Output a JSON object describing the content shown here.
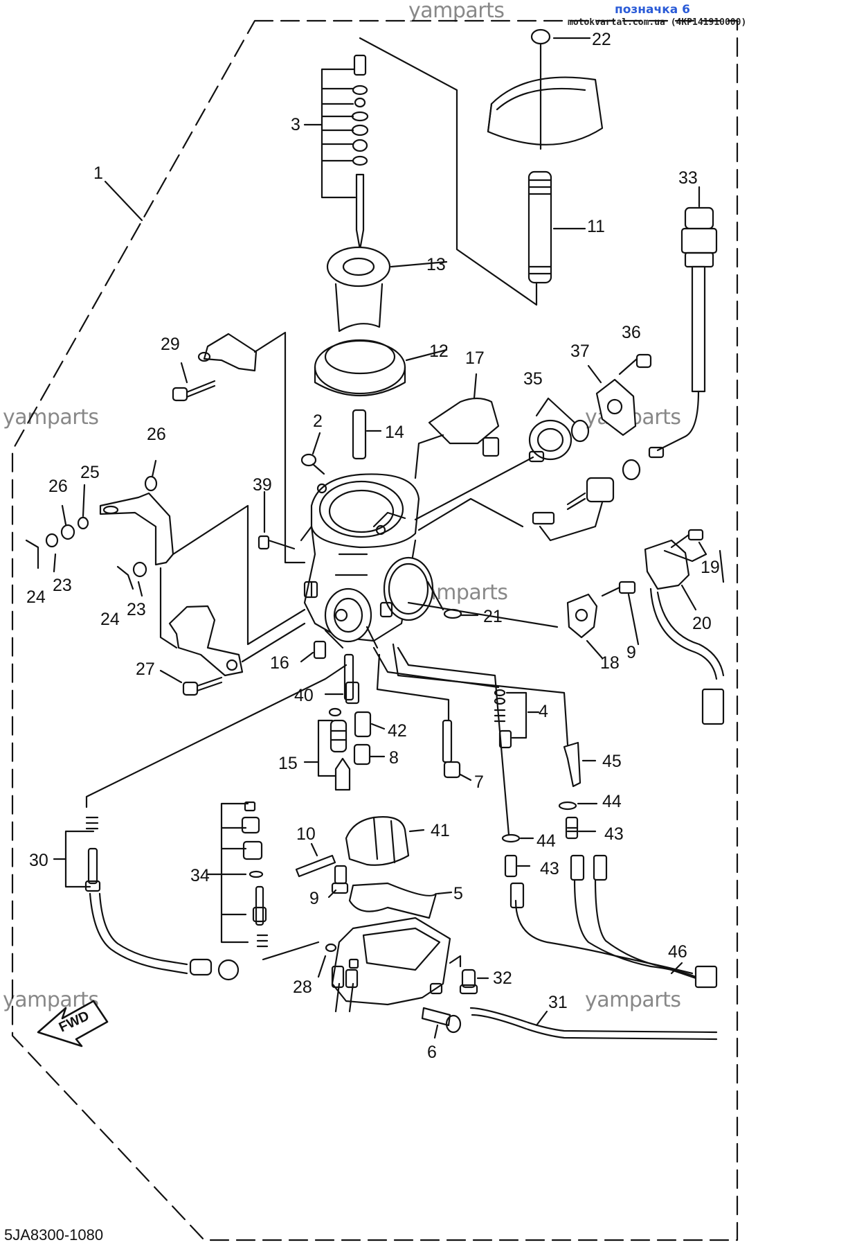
{
  "header": {
    "link_text": "позначка 6",
    "source_text": "motokvartal.com.ua (4KP141910000)"
  },
  "watermarks": [
    "yamparts",
    "yamparts",
    "yamparts",
    "yamparts",
    "yamparts",
    "yamparts"
  ],
  "diagram_code": "5JA8300-1080",
  "fwd_label": "FWD",
  "assembly_callout": "1",
  "callouts": [
    "22",
    "3",
    "1",
    "33",
    "11",
    "13",
    "36",
    "29",
    "12",
    "17",
    "37",
    "35",
    "2",
    "14",
    "26",
    "25",
    "26",
    "39",
    "24",
    "23",
    "24",
    "23",
    "21",
    "19",
    "20",
    "16",
    "27",
    "18",
    "9",
    "40",
    "4",
    "42",
    "8",
    "15",
    "45",
    "7",
    "44",
    "41",
    "10",
    "44",
    "43",
    "43",
    "30",
    "34",
    "9",
    "5",
    "46",
    "28",
    "32",
    "31",
    "6"
  ],
  "colors": {
    "line": "#111111",
    "watermark": "#888888",
    "link": "#2a5bd7"
  }
}
